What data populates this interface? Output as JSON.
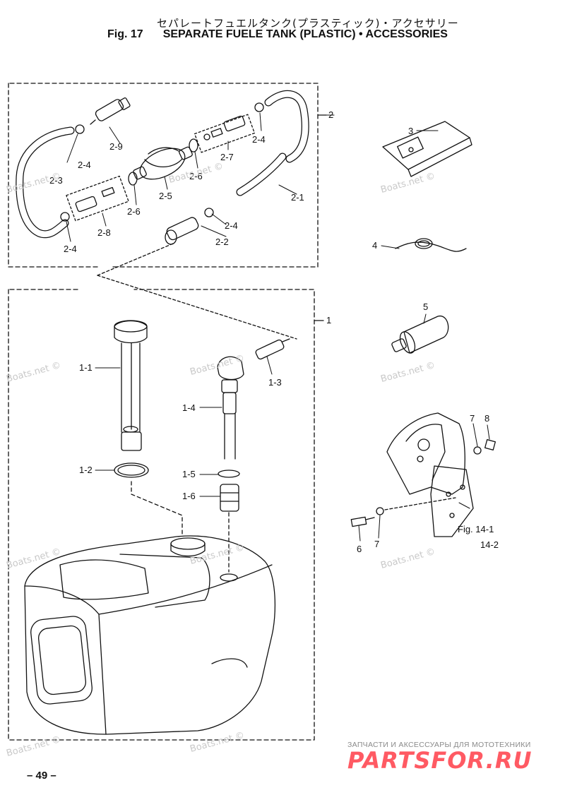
{
  "header": {
    "title_jp": "セパレートフュエルタンク(プラスティック)・アクセサリー",
    "fig_number": "Fig. 17",
    "title_en": "SEPARATE FUELE TANK (PLASTIC) • ACCESSORIES"
  },
  "callouts": {
    "c2": "2",
    "c2_1": "2-1",
    "c2_2": "2-2",
    "c2_3": "2-3",
    "c2_4a": "2-4",
    "c2_4b": "2-4",
    "c2_4c": "2-4",
    "c2_4d": "2-4",
    "c2_5": "2-5",
    "c2_6a": "2-6",
    "c2_6b": "2-6",
    "c2_7": "2-7",
    "c2_8": "2-8",
    "c2_9": "2-9",
    "c1": "1",
    "c1_1": "1-1",
    "c1_2": "1-2",
    "c1_3": "1-3",
    "c1_4": "1-4",
    "c1_5": "1-5",
    "c1_6": "1-6",
    "c3": "3",
    "c4": "4",
    "c5": "5",
    "c6": "6",
    "c7a": "7",
    "c7b": "7",
    "c8": "8",
    "fig14_1": "Fig. 14-1",
    "fig14_2": "14-2"
  },
  "watermark": "Boats.net ©",
  "footer": {
    "page_number": "– 49 –",
    "brand_tagline": "ЗАПЧАСТИ И АКСЕССУАРЫ ДЛЯ МОТОТЕХНИКИ",
    "brand_name": "PARTSFOR.RU"
  },
  "colors": {
    "line": "#111111",
    "watermark": "#c9c9c9",
    "brand": "#ff5a63"
  }
}
